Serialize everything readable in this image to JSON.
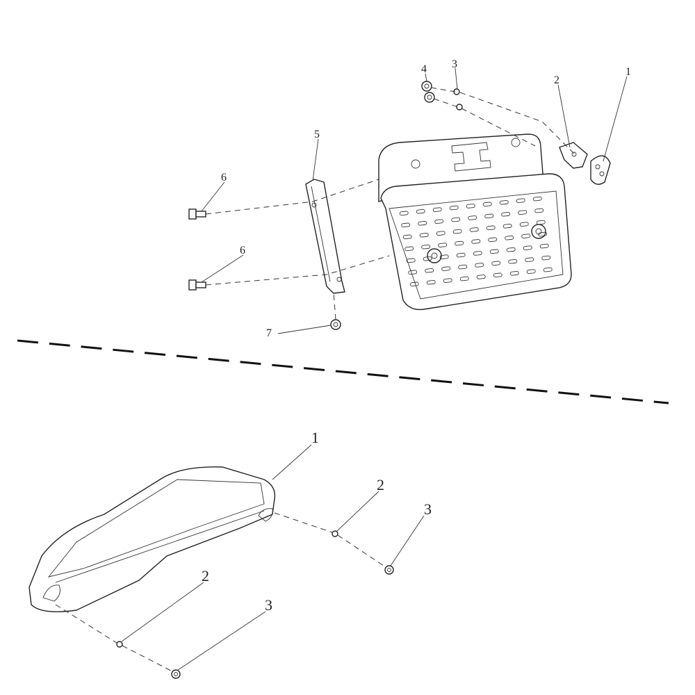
{
  "upper_assembly": {
    "callouts": [
      "4",
      "3",
      "2",
      "1",
      "5",
      "6",
      "6",
      "7"
    ]
  },
  "lower_assembly": {
    "callouts": [
      "1",
      "2",
      "3",
      "2",
      "3"
    ]
  }
}
